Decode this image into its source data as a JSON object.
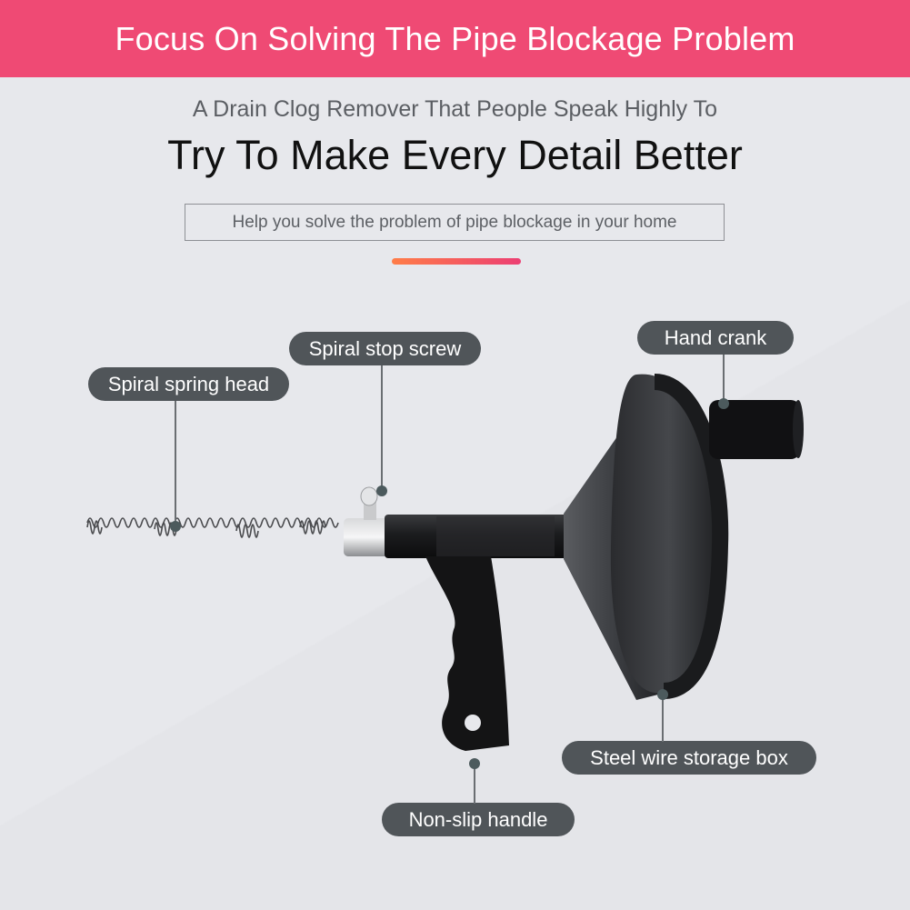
{
  "banner": {
    "title": "Focus On Solving The Pipe Blockage Problem",
    "color": "#ef4a74"
  },
  "header": {
    "subheading": "A Drain Clog Remover That People Speak Highly To",
    "headline": "Try To Make Every Detail Better",
    "tagline": "Help you solve the problem of pipe blockage in your home"
  },
  "accent_bar": {
    "gradient_start": "#ff7d48",
    "gradient_end": "#ec3f73"
  },
  "product": {
    "name": "drain-auger",
    "callouts": [
      {
        "id": "spiral-spring-head",
        "label": "Spiral spring head"
      },
      {
        "id": "spiral-stop-screw",
        "label": "Spiral stop screw"
      },
      {
        "id": "hand-crank",
        "label": "Hand crank"
      },
      {
        "id": "steel-wire-storage-box",
        "label": "Steel wire storage box"
      },
      {
        "id": "non-slip-handle",
        "label": "Non-slip handle"
      }
    ],
    "callout_color": "#505559"
  }
}
